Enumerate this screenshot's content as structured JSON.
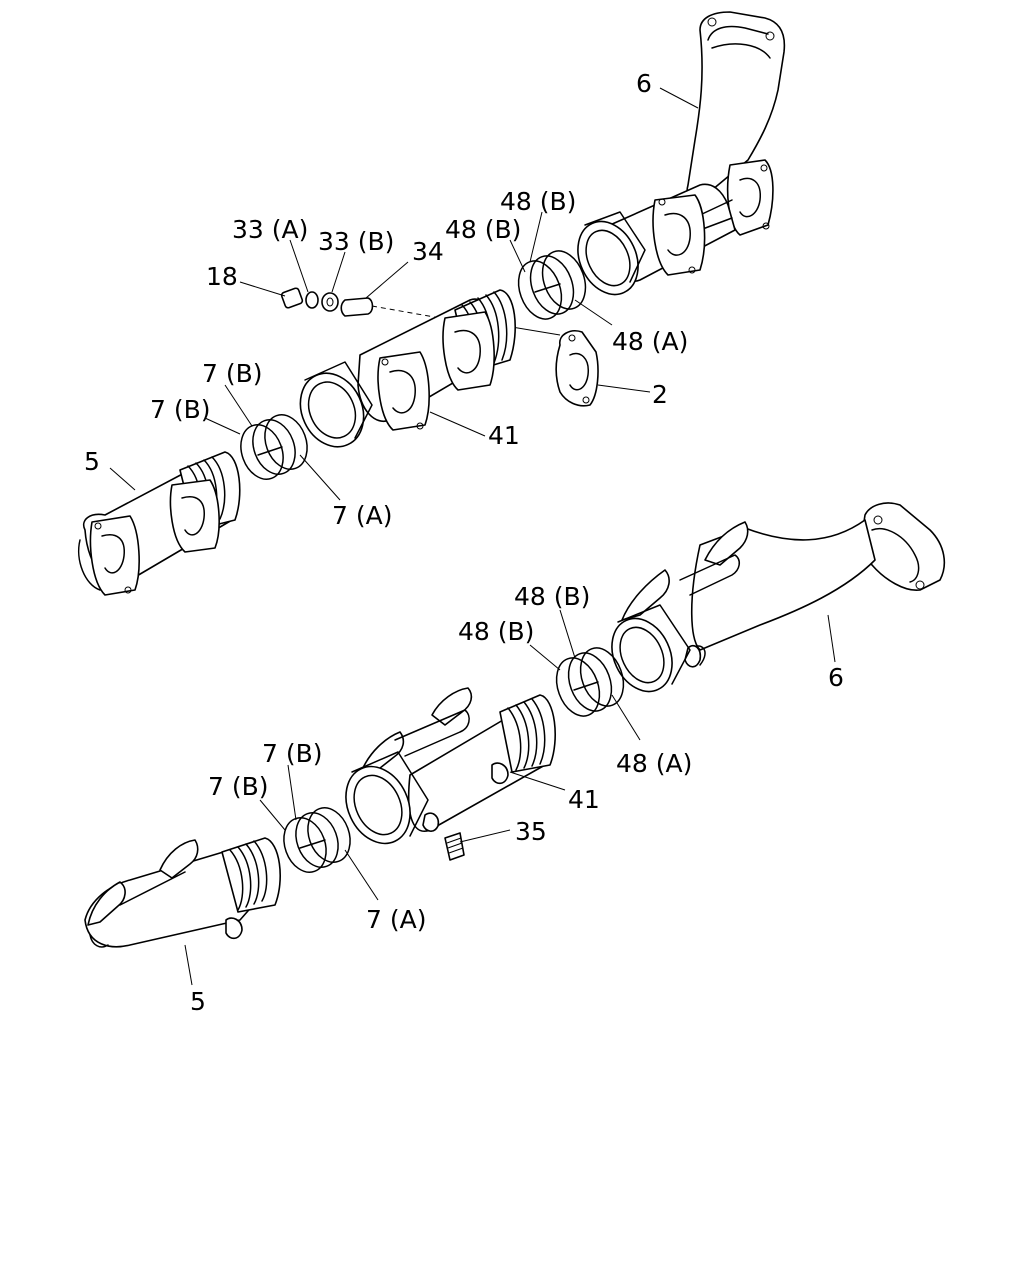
{
  "labels": {
    "top": {
      "l6": "6",
      "l48b_a": "48 (B)",
      "l48b_b": "48 (B)",
      "l33a": "33 (A)",
      "l33b": "33 (B)",
      "l34": "34",
      "l18": "18",
      "l48a": "48 (A)",
      "l2": "2",
      "l7b_a": "7 (B)",
      "l7b_b": "7 (B)",
      "l41": "41",
      "l5": "5",
      "l7a": "7 (A)"
    },
    "bottom": {
      "l48b_a": "48 (B)",
      "l48b_b": "48 (B)",
      "l6": "6",
      "l48a": "48 (A)",
      "l7b_a": "7 (B)",
      "l7b_b": "7 (B)",
      "l41": "41",
      "l35": "35",
      "l7a": "7 (A)",
      "l5": "5"
    }
  }
}
